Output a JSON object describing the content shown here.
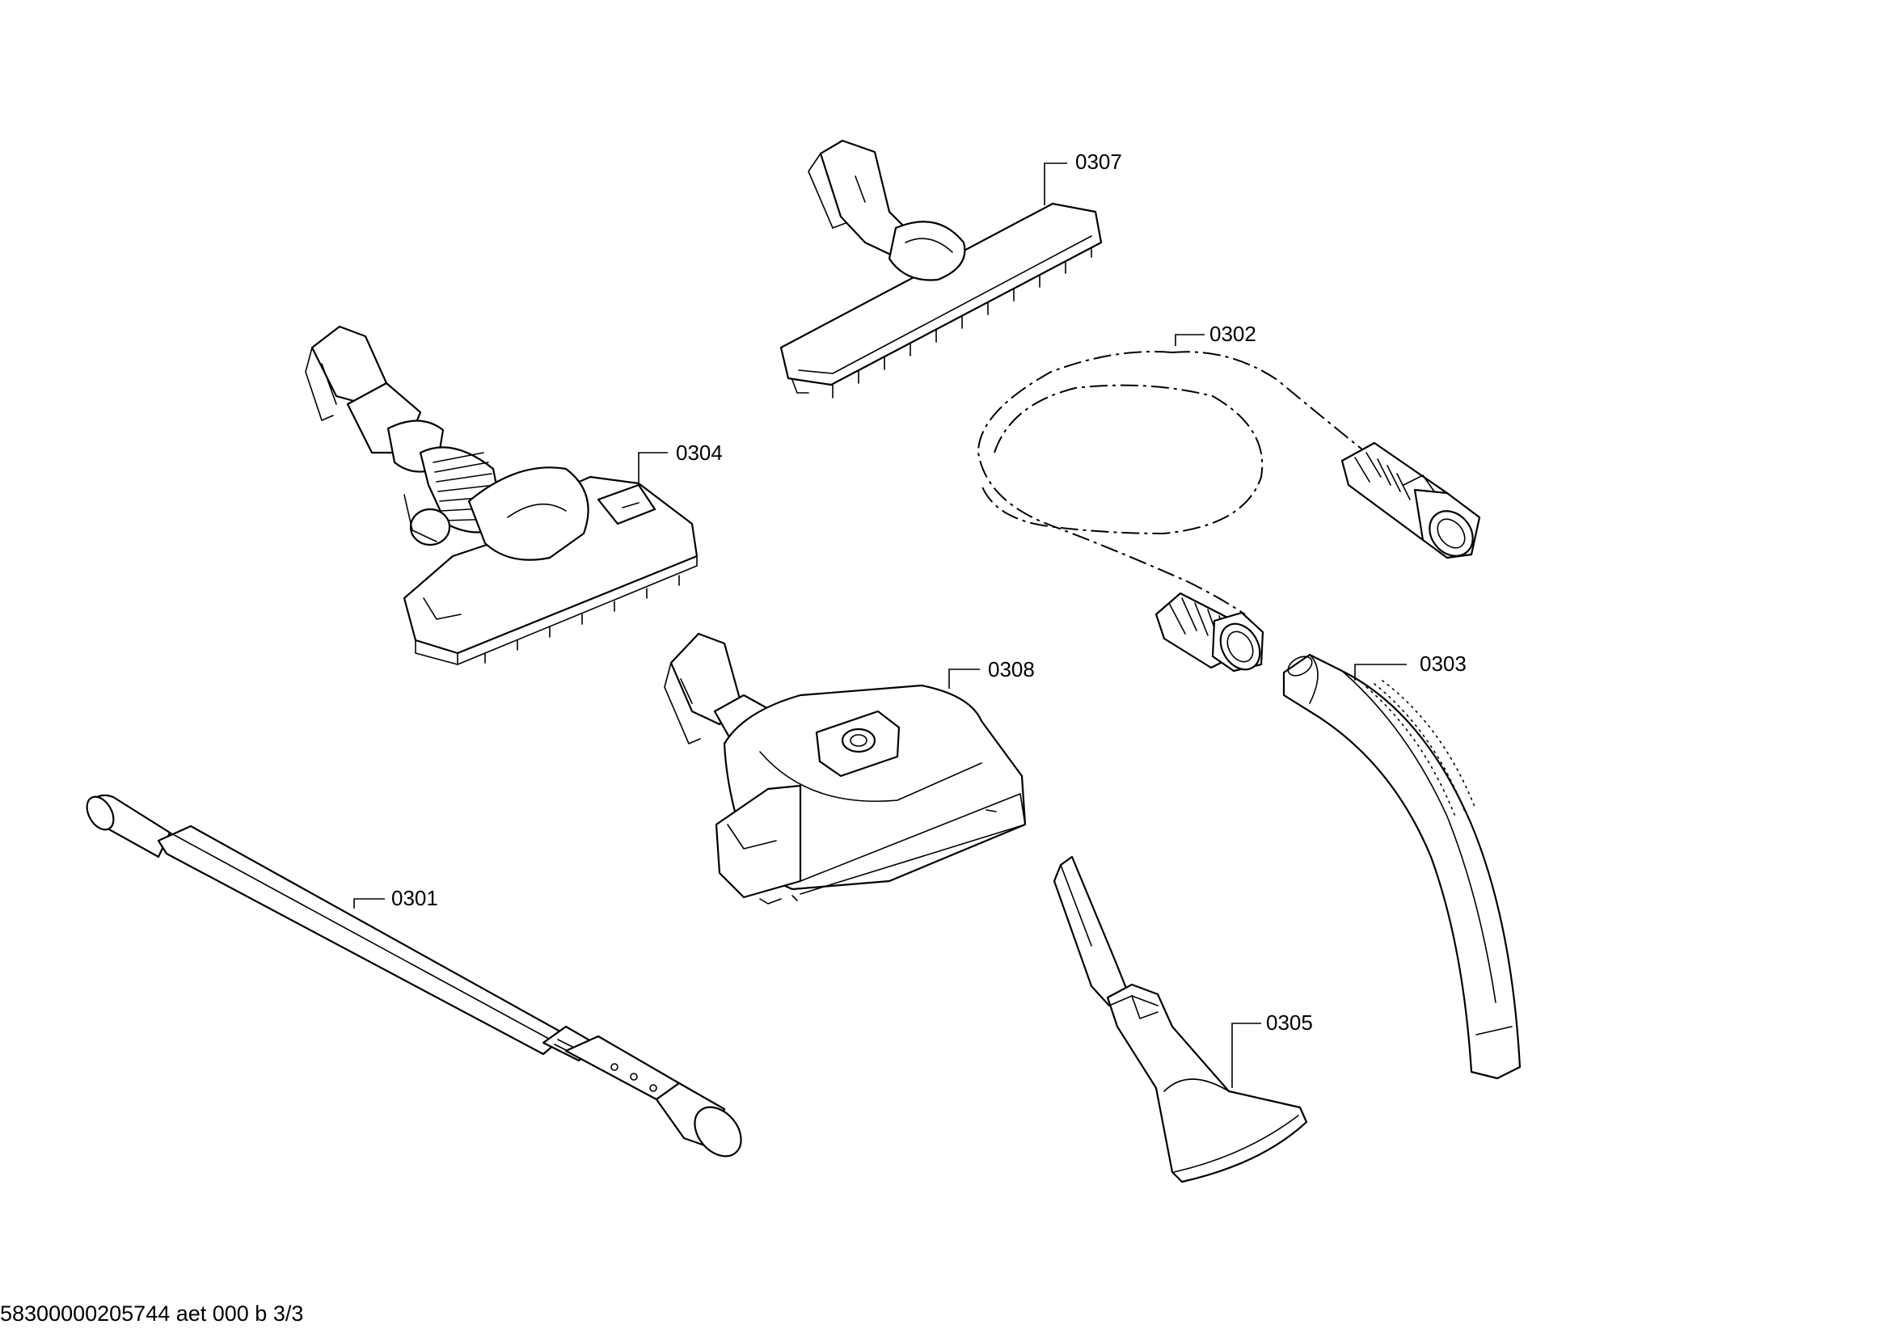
{
  "parts": {
    "p0301": "0301",
    "p0302": "0302",
    "p0303": "0303",
    "p0304": "0304",
    "p0305": "0305",
    "p0307": "0307",
    "p0308": "0308"
  },
  "footer": {
    "document_code": "58300000205744 aet 000 b 3/3"
  },
  "colors": {
    "line": "#000000",
    "background": "#ffffff"
  }
}
